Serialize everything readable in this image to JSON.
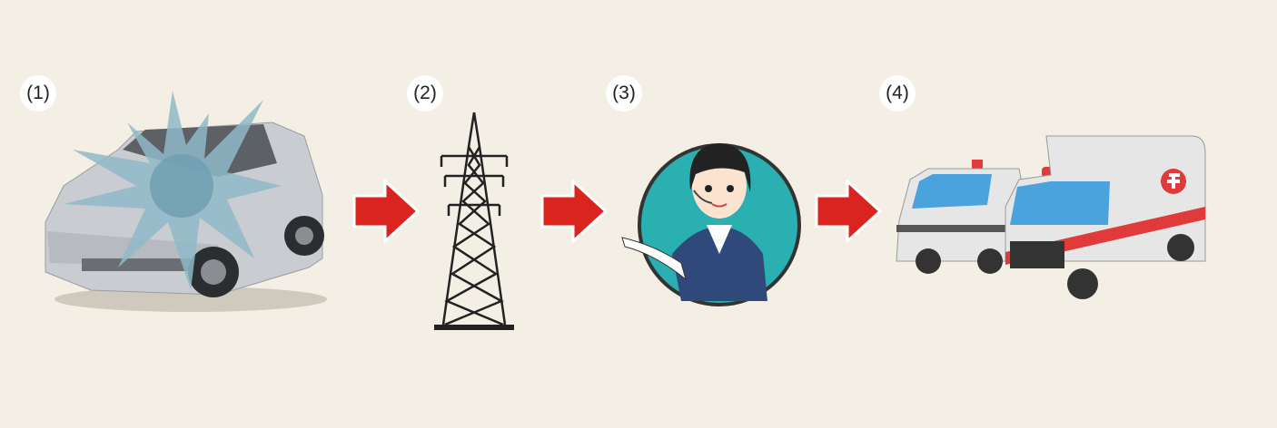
{
  "steps": [
    {
      "label": "(1)",
      "name": "vehicle-collision"
    },
    {
      "label": "(2)",
      "name": "transmission-tower"
    },
    {
      "label": "(3)",
      "name": "call-center-operator"
    },
    {
      "label": "(4)",
      "name": "emergency-ambulances"
    }
  ],
  "colors": {
    "background": "#f3efe4",
    "arrow": "#d9241f",
    "impact": "#8fb8c8",
    "operator_circle": "#2ab0b0",
    "ambulance_stripe": "#e03a3a"
  }
}
